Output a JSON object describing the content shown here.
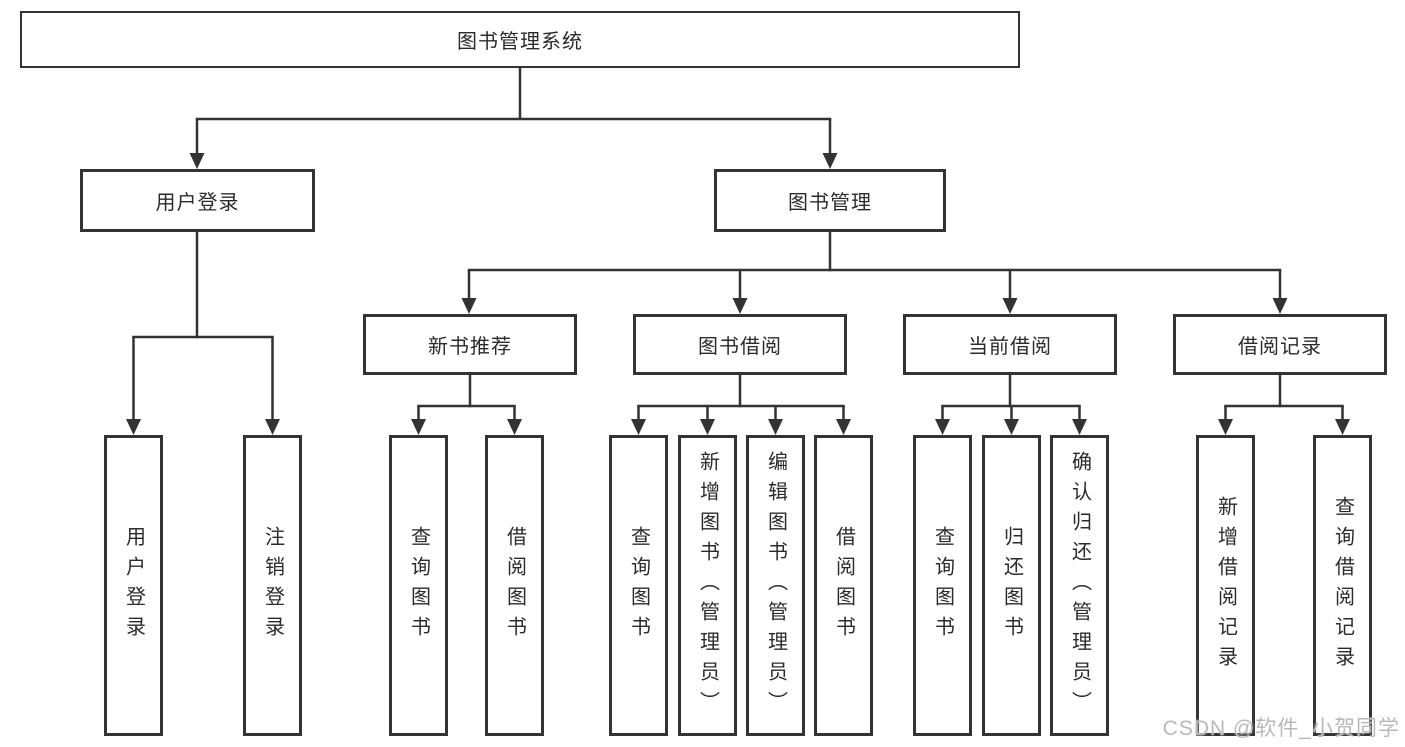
{
  "title": "图书管理系统",
  "watermark": "CSDN @软件_小贺同学",
  "colors": {
    "line": "#333333",
    "box_border": "#333333",
    "text": "#2b2b2b",
    "watermark": "#b9b9b9",
    "background": "#ffffff"
  },
  "tree": {
    "root": "图书管理系统",
    "branches": [
      {
        "label": "用户登录",
        "children": [
          "用户登录",
          "注销登录"
        ]
      },
      {
        "label": "图书管理",
        "subBranches": [
          {
            "label": "新书推荐",
            "children": [
              "查询图书",
              "借阅图书"
            ]
          },
          {
            "label": "图书借阅",
            "children": [
              "查询图书",
              "新增图书（管理员）",
              "编辑图书（管理员）",
              "借阅图书"
            ]
          },
          {
            "label": "当前借阅",
            "children": [
              "查询图书",
              "归还图书",
              "确认归还（管理员）"
            ]
          },
          {
            "label": "借阅记录",
            "children": [
              "新增借阅记录",
              "查询借阅记录"
            ]
          }
        ]
      }
    ]
  }
}
